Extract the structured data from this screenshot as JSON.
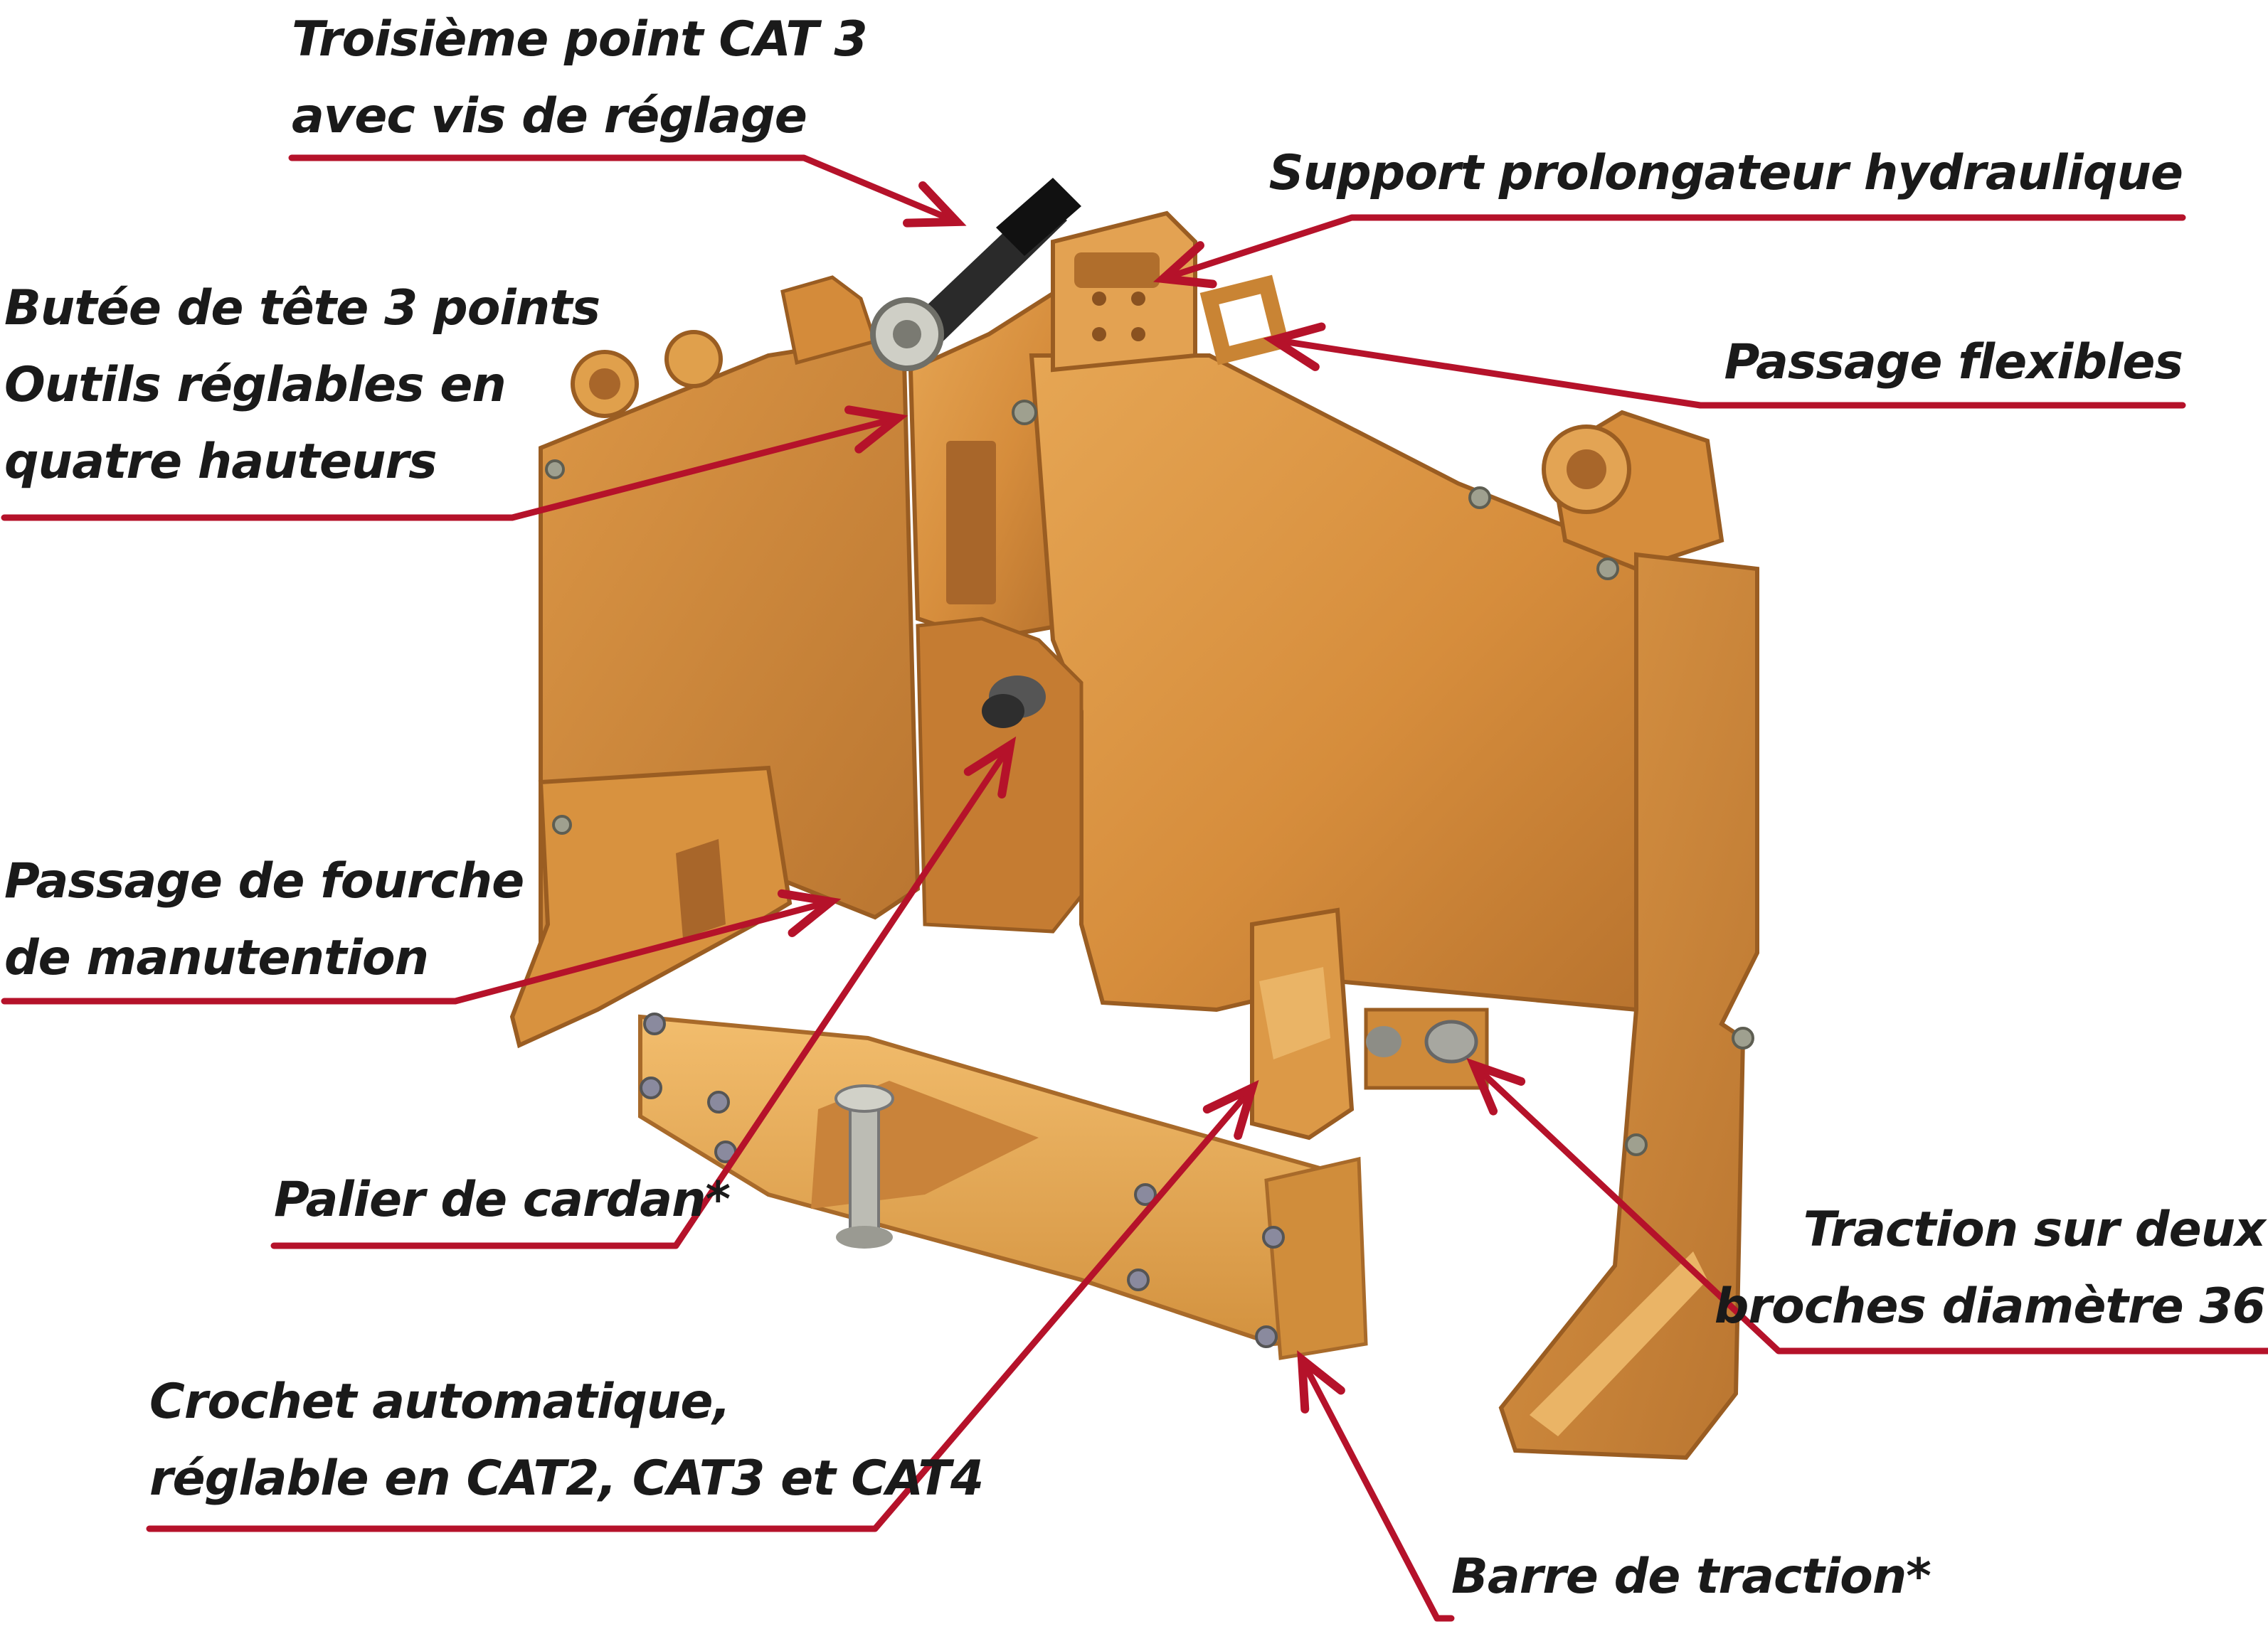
{
  "colors": {
    "leader": "#b5122a",
    "frame": "#d9903f",
    "frame_dark": "#a8662a",
    "frame_light": "#eeb061",
    "bolt": "#8a8a80",
    "grip": "#1c1c1c",
    "text": "#1a1a1a"
  },
  "labels": {
    "troisieme_point": [
      "Troisième point CAT 3",
      "avec vis de réglage"
    ],
    "support_prolongateur": [
      "Support prolongateur hydraulique"
    ],
    "butee_tete": [
      "Butée de tête 3 points",
      "Outils réglables en",
      "quatre hauteurs"
    ],
    "passage_flexibles": [
      "Passage flexibles"
    ],
    "passage_fourche": [
      "Passage de fourche",
      "de manutention"
    ],
    "palier_cardan": [
      "Palier de cardan*"
    ],
    "traction_broches": [
      "Traction sur deux",
      "broches diamètre 36"
    ],
    "crochet_auto": [
      "Crochet automatique,",
      "réglable en CAT2, CAT3 et CAT4"
    ],
    "barre_traction": [
      "Barre de traction*"
    ]
  }
}
